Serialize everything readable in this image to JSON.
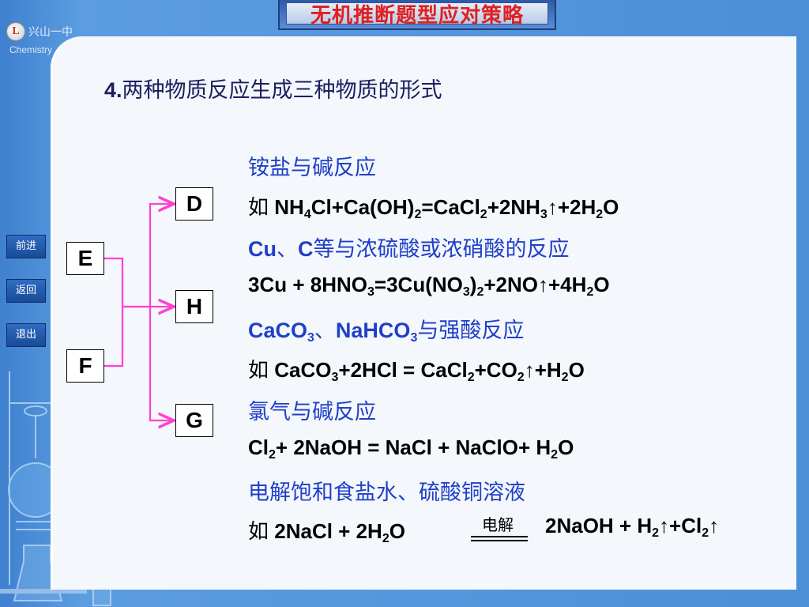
{
  "title": "无机推断题型应对策略",
  "logo": {
    "school": "兴山一中",
    "subject": "Chemistry"
  },
  "nav": {
    "forward": "前进",
    "back": "返回",
    "exit": "退出"
  },
  "heading": {
    "number": "4.",
    "text": "两种物质反应生成三种物质的形式"
  },
  "diagram": {
    "inputs": [
      "E",
      "F"
    ],
    "outputs": [
      "D",
      "H",
      "G"
    ],
    "colors": {
      "arrow": "#ff40d0"
    }
  },
  "lines": {
    "l1": "铵盐与碱反应",
    "l2_prefix": "如",
    "l2_a": "NH",
    "l2_a_sub": "4",
    "l2_b": "Cl+Ca(OH)",
    "l2_b_sub": "2",
    "l2_c": "=CaCl",
    "l2_c_sub": "2",
    "l2_d": "+2NH",
    "l2_d_sub": "3",
    "l2_e": "↑+2H",
    "l2_e_sub": "2",
    "l2_f": "O",
    "l3_a": "Cu",
    "l3_b": "、",
    "l3_c": "C",
    "l3_d": "等与浓硫酸或浓硝酸的反应",
    "l4_a": "3Cu + 8HNO",
    "l4_a_sub": "3",
    "l4_b": "=3Cu(NO",
    "l4_b_sub": "3",
    "l4_c": ")",
    "l4_c_sub": "2",
    "l4_d": "+2NO↑+4H",
    "l4_d_sub": "2",
    "l4_e": "O",
    "l5_a": "CaCO",
    "l5_a_sub": "3",
    "l5_b": "、",
    "l5_c": "NaHCO",
    "l5_c_sub": "3",
    "l5_d": "与强酸反应",
    "l6_prefix": "如",
    "l6_a": "CaCO",
    "l6_a_sub": "3",
    "l6_b": "+2HCl = CaCl",
    "l6_b_sub": "2",
    "l6_c": "+CO",
    "l6_c_sub": "2",
    "l6_d": "↑+H",
    "l6_d_sub": "2",
    "l6_e": "O",
    "l7": "氯气与碱反应",
    "l8_a": "Cl",
    "l8_a_sub": "2",
    "l8_b": "+ 2NaOH = NaCl + NaClO+ H",
    "l8_b_sub": "2",
    "l8_c": "O",
    "l9": "电解饱和食盐水、硫酸铜溶液",
    "l10_prefix": "如",
    "l10_a": "2NaCl + 2H",
    "l10_a_sub": "2",
    "l10_b": "O",
    "l10_condition": "电解",
    "l10_c": "2NaOH + H",
    "l10_c_sub": "2",
    "l10_d": "↑+Cl",
    "l10_d_sub": "2",
    "l10_e": "↑"
  },
  "colors": {
    "blue_text": "#1f3fc9",
    "title_red": "#e02020",
    "heading": "#1d1d60"
  }
}
